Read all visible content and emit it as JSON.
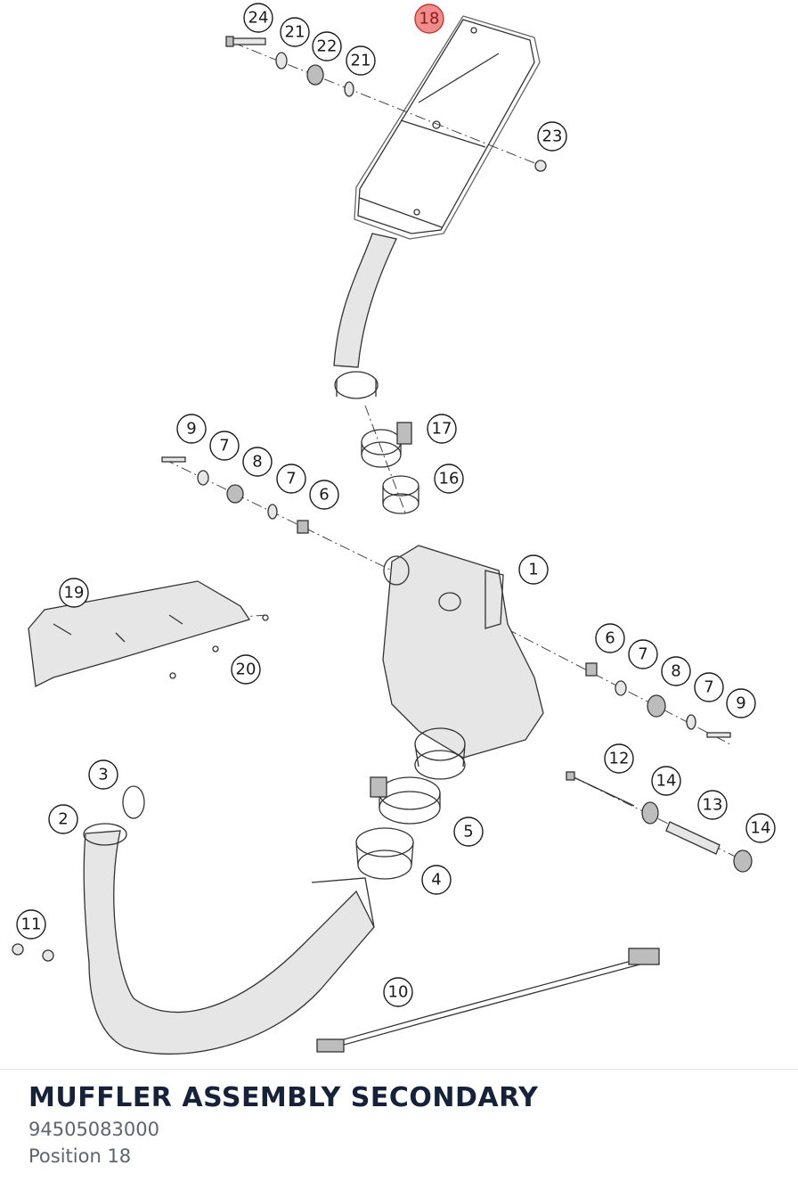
{
  "caption": {
    "title": "MUFFLER ASSEMBLY SECONDARY",
    "part_number": "94505083000",
    "position": "Position 18"
  },
  "highlight": {
    "callout": "18",
    "color": "#f28b8b"
  },
  "callouts": [
    {
      "id": "c24",
      "label": "24"
    },
    {
      "id": "c21a",
      "label": "21"
    },
    {
      "id": "c22",
      "label": "22"
    },
    {
      "id": "c21b",
      "label": "21"
    },
    {
      "id": "c18",
      "label": "18"
    },
    {
      "id": "c23",
      "label": "23"
    },
    {
      "id": "c17",
      "label": "17"
    },
    {
      "id": "c16",
      "label": "16"
    },
    {
      "id": "c9a",
      "label": "9"
    },
    {
      "id": "c7a",
      "label": "7"
    },
    {
      "id": "c8a",
      "label": "8"
    },
    {
      "id": "c7b",
      "label": "7"
    },
    {
      "id": "c6a",
      "label": "6"
    },
    {
      "id": "c1",
      "label": "1"
    },
    {
      "id": "c19",
      "label": "19"
    },
    {
      "id": "c20",
      "label": "20"
    },
    {
      "id": "c6b",
      "label": "6"
    },
    {
      "id": "c7c",
      "label": "7"
    },
    {
      "id": "c8b",
      "label": "8"
    },
    {
      "id": "c7d",
      "label": "7"
    },
    {
      "id": "c9b",
      "label": "9"
    },
    {
      "id": "c12",
      "label": "12"
    },
    {
      "id": "c14a",
      "label": "14"
    },
    {
      "id": "c13",
      "label": "13"
    },
    {
      "id": "c14b",
      "label": "14"
    },
    {
      "id": "c3",
      "label": "3"
    },
    {
      "id": "c2",
      "label": "2"
    },
    {
      "id": "c5",
      "label": "5"
    },
    {
      "id": "c4",
      "label": "4"
    },
    {
      "id": "c11",
      "label": "11"
    },
    {
      "id": "c10",
      "label": "10"
    }
  ]
}
